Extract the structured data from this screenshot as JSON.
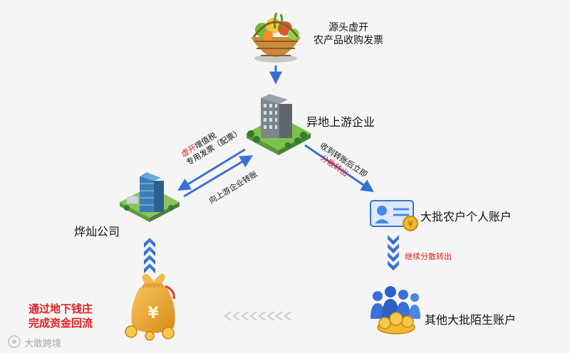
{
  "nodes": {
    "source": {
      "line1": "源头虚开",
      "line2": "农产品收购发票"
    },
    "upstream": {
      "label": "异地上游企业"
    },
    "company": {
      "label": "烨灿公司"
    },
    "farmers": {
      "label": "大批农户个人账户"
    },
    "others": {
      "label": "其他大批陌生账户"
    },
    "underground": {
      "line1": "通过地下钱庄",
      "line2": "完成资金回流"
    }
  },
  "edges": {
    "invoice_red": "虚开",
    "invoice_rest": "增值税",
    "invoice_line2": "专用发票（配票）",
    "transfer_up": "向上游企业转账",
    "receive_line1": "收到转账后立即",
    "receive_line2": "分散转出",
    "continue_split": "继续分散转出"
  },
  "watermark": "大敢跨境",
  "colors": {
    "arrow_blue": "#3a6fd8",
    "emphasis_red": "#e02020"
  }
}
